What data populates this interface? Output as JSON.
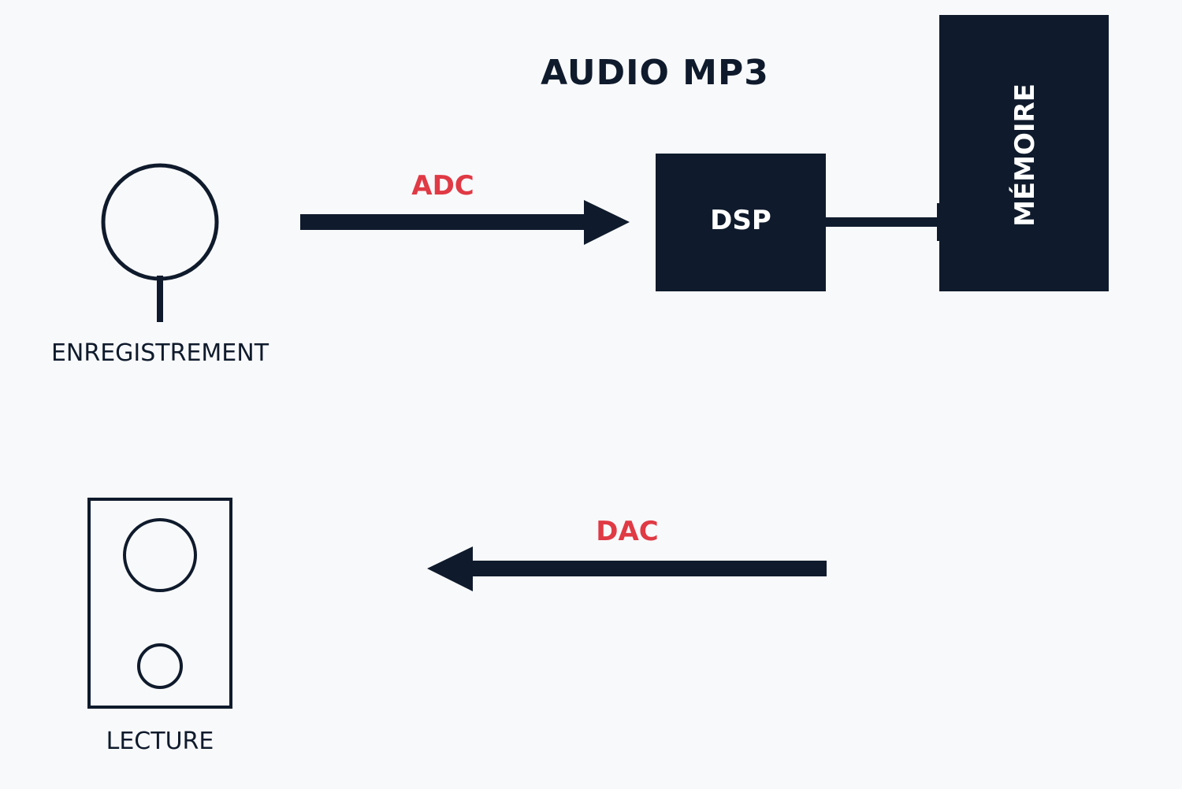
{
  "diagram": {
    "title": "AUDIO MP3",
    "nodes": {
      "microphone": {
        "label": "ENREGISTREMENT",
        "icon": "microphone-icon"
      },
      "speaker": {
        "label": "LECTURE",
        "icon": "speaker-icon"
      },
      "dsp": {
        "label": "DSP"
      },
      "memory": {
        "label": "MÉMOIRE"
      }
    },
    "edges": [
      {
        "from": "microphone",
        "to": "dsp",
        "label": "ADC"
      },
      {
        "from": "dsp",
        "to": "memory",
        "label": ""
      },
      {
        "from": "dsp",
        "to": "speaker",
        "label": "DAC"
      }
    ]
  },
  "colors": {
    "background": "#f8f9fb",
    "ink": "#0f1b2c",
    "accent": "#e03a45",
    "box_text": "#ffffff"
  }
}
